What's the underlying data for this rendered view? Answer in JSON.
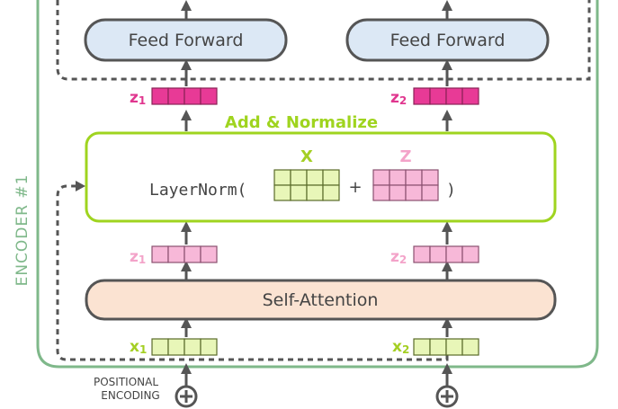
{
  "encoder": {
    "label": "ENCODER #1"
  },
  "feed_forward": {
    "left_label": "Feed Forward",
    "right_label": "Feed Forward"
  },
  "add_norm": {
    "title": "Add & Normalize",
    "formula_prefix": "LayerNorm(",
    "plus": "+",
    "formula_suffix": ")",
    "x_label": "X",
    "z_label": "Z"
  },
  "self_attention": {
    "label": "Self-Attention"
  },
  "vectors": {
    "z_out_1": {
      "base": "z",
      "sub": "1"
    },
    "z_out_2": {
      "base": "z",
      "sub": "2"
    },
    "z_in_1": {
      "base": "z",
      "sub": "1"
    },
    "z_in_2": {
      "base": "z",
      "sub": "2"
    },
    "x_1": {
      "base": "x",
      "sub": "1"
    },
    "x_2": {
      "base": "x",
      "sub": "2"
    }
  },
  "positional": {
    "line1": "POSITIONAL",
    "line2": "ENCODING"
  },
  "colors": {
    "encoder_border": "#7fb88a",
    "encoder_label": "#7fb88a",
    "feed_forward_fill": "#dce8f5",
    "self_attention_fill": "#fbe3d2",
    "add_norm_border": "#9fd41f",
    "add_norm_title": "#9fd41f",
    "x_vector_fill": "#e8f6b8",
    "z_light_fill": "#f7b8d8",
    "z_dark_fill": "#e83a96",
    "z_label_dark": "#e0378f",
    "z_label_light": "#f3a3c9",
    "x_label": "#a4cf23",
    "arrow": "#555555"
  }
}
